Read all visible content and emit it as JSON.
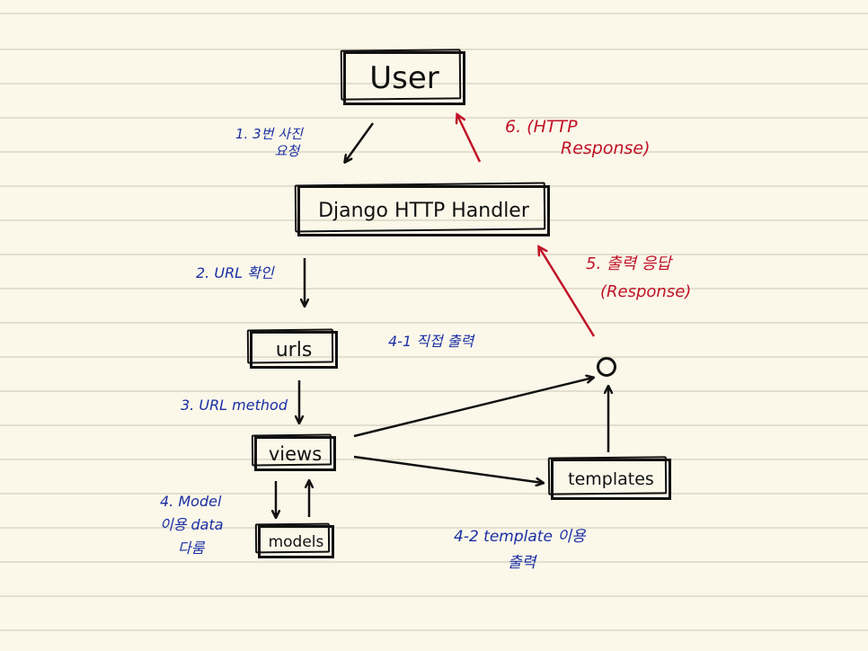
{
  "nodes": {
    "user": "User",
    "handler": "Django HTTP Handler",
    "urls": "urls",
    "views": "views",
    "models": "models",
    "templates": "templates"
  },
  "labels": {
    "step1_line1": "1. 3번 사진",
    "step1_line2": "요청",
    "step2": "2. URL 확인",
    "step3": "3. URL method",
    "step4_line1": "4. Model",
    "step4_line2": "이용 data",
    "step4_line3": "다룸",
    "step4_1": "4-1 직접 출력",
    "step4_2_line1": "4-2 template 이용",
    "step4_2_line2": "출력",
    "step5_line1": "5. 출력 응답",
    "step5_line2": "(Response)",
    "step6_line1": "6. (HTTP",
    "step6_line2": "Response)"
  },
  "colors": {
    "ink": "#111111",
    "blue": "#1b2ea5",
    "red": "#c11227",
    "paper": "#fbf8ea",
    "rule": "#e3dfcf"
  }
}
